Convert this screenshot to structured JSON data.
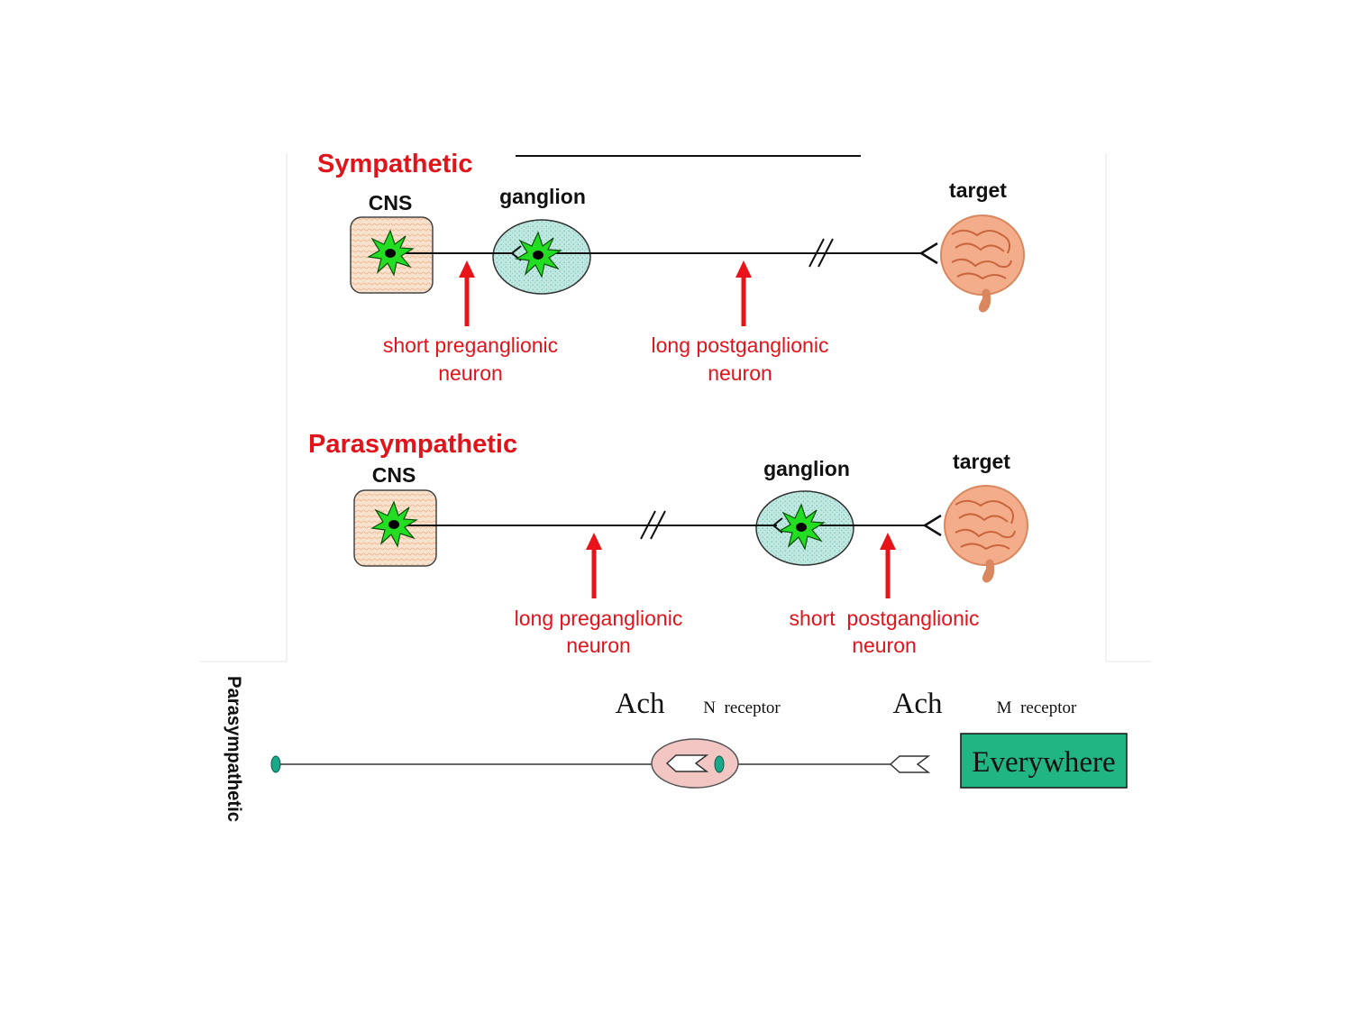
{
  "sympathetic": {
    "title": "Sympathetic",
    "cns_label": "CNS",
    "ganglion_label": "ganglion",
    "target_label": "target",
    "pre_label": [
      "short preganglionic",
      "neuron"
    ],
    "post_label": [
      "long postganglionic",
      "neuron"
    ]
  },
  "parasympathetic": {
    "title": "Parasympathetic",
    "cns_label": "CNS",
    "ganglion_label": "ganglion",
    "target_label": "target",
    "pre_label": [
      "long preganglionic",
      "neuron"
    ],
    "post_label": [
      "short  postganglionic",
      "neuron"
    ]
  },
  "receptor_row": {
    "side_label": "Parasympathetic",
    "nt1": "Ach",
    "receptor1": "N  receptor",
    "nt2": "Ach",
    "receptor2": "M  receptor",
    "target_box": "Everywhere"
  },
  "colors": {
    "title_red": "#e0141a",
    "arrow_red": "#e8141a",
    "cns_fill": "#f7dcc3",
    "ganglion_fill": "#b3e3dc",
    "neuron_green": "#22dd22",
    "target_box_fill": "#22b584",
    "receptor_ellipse_fill": "#f1c6c3",
    "intestine": "#f0a07e"
  }
}
